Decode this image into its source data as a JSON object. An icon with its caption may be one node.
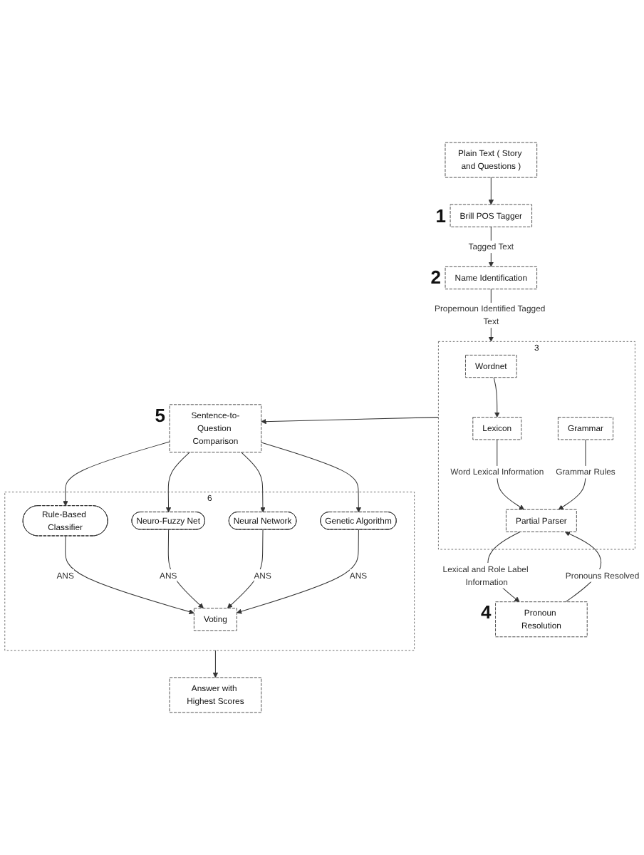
{
  "diagram": {
    "nodes": [
      {
        "text": [
          "Plain Text ( Story and Questions )"
        ]
      },
      {
        "text": [
          "Brill POS Tagger"
        ],
        "beside": [
          "1"
        ]
      },
      {
        "text": [
          "Name Identification"
        ],
        "beside": [
          "2"
        ]
      },
      {
        "text": [
          "3"
        ]
      },
      {
        "text": [
          "Lexicon"
        ],
        "in": 3
      },
      {
        "text": [
          "Wordnet"
        ],
        "in": 3
      },
      {
        "text": [
          "Grammar"
        ],
        "in": 3
      },
      {
        "text": [
          "Partial Parser"
        ],
        "in": 3
      },
      {
        "text": [
          "Pronoun Resolution"
        ],
        "beside": [
          "4"
        ]
      },
      {
        "text": [
          "Sentence-to-Question Comparison"
        ],
        "beside": [
          "5"
        ]
      },
      {
        "text": [
          "6"
        ]
      },
      {
        "text": [
          "Rule-Based Classifier"
        ],
        "in": 10
      },
      {
        "text": [
          "Neuro-Fuzzy Net"
        ],
        "in": 10
      },
      {
        "text": [
          "Neural Network"
        ],
        "in": 10
      },
      {
        "text": [
          "Genetic Algorithm"
        ],
        "in": 10
      },
      {
        "text": [
          "Voting"
        ],
        "in": 10
      },
      {
        "text": [
          "Answer with Highest Scores"
        ]
      }
    ],
    "edges": [
      {
        "from": 0,
        "to": 1,
        "arrow": "to"
      },
      {
        "from": 1,
        "to": 2,
        "arrow": "to",
        "label": "Tagged Text"
      },
      {
        "from": 2,
        "to": 3,
        "arrow": "to",
        "label": "Propernoun Identified Tagged Text"
      },
      {
        "from": 5,
        "to": 4,
        "arrow": "to"
      },
      {
        "from": 4,
        "to": 7,
        "arrow": "to",
        "label": "Word Lexical Information"
      },
      {
        "from": 6,
        "to": 7,
        "arrow": "to",
        "label": "Grammar Rules"
      },
      {
        "from": 7,
        "to": 8,
        "arrow": "to",
        "label": "Lexical and Role Label Information"
      },
      {
        "from": 8,
        "to": 7,
        "arrow": "to",
        "label": "Pronouns Resolved"
      },
      {
        "from": 3,
        "to": 9,
        "arrow": "to"
      },
      {
        "from": 9,
        "to": 11,
        "arrow": "to"
      },
      {
        "from": 9,
        "to": 12,
        "arrow": "to"
      },
      {
        "from": 9,
        "to": 13,
        "arrow": "to"
      },
      {
        "from": 9,
        "to": 14,
        "arrow": "to"
      },
      {
        "from": 11,
        "to": 15,
        "arrow": "to",
        "label": "ANS"
      },
      {
        "from": 12,
        "to": 15,
        "arrow": "to",
        "label": "ANS"
      },
      {
        "from": 13,
        "to": 15,
        "arrow": "to",
        "label": "ANS"
      },
      {
        "from": 14,
        "to": 15,
        "arrow": "to",
        "label": "ANS"
      },
      {
        "from": 10,
        "to": 16,
        "arrow": "to"
      }
    ]
  }
}
